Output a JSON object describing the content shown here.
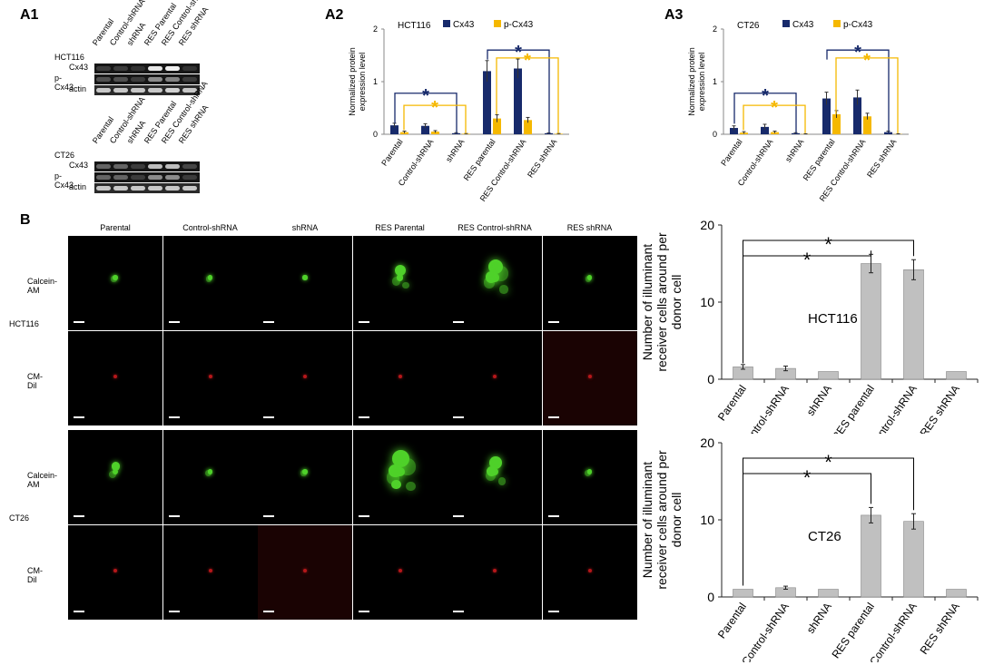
{
  "panels": {
    "A1": "A1",
    "A2": "A2",
    "A3": "A3",
    "B": "B"
  },
  "blots": [
    {
      "cell_line": "HCT116",
      "lanes": [
        "Parental",
        "Control-shRNA",
        "shRNA",
        "RES Parental",
        "RES Control-shRNA",
        "RES shRNA"
      ],
      "rows": [
        {
          "label": "Cx43",
          "intensity": [
            0.1,
            0.1,
            0.05,
            0.95,
            1.0,
            0.05
          ]
        },
        {
          "label": "p-Cx43",
          "intensity": [
            0.2,
            0.2,
            0.1,
            0.5,
            0.45,
            0.1
          ]
        },
        {
          "label": "actin",
          "intensity": [
            0.8,
            0.8,
            0.8,
            0.8,
            0.85,
            0.8
          ]
        }
      ]
    },
    {
      "cell_line": "CT26",
      "lanes": [
        "Parental",
        "Control-shRNA",
        "shRNA",
        "RES Parental",
        "RES Control-shRNA",
        "RES shRNA"
      ],
      "rows": [
        {
          "label": "Cx43",
          "intensity": [
            0.3,
            0.3,
            0.1,
            0.75,
            0.75,
            0.15
          ]
        },
        {
          "label": "p-Cx43",
          "intensity": [
            0.3,
            0.3,
            0.1,
            0.5,
            0.5,
            0.1
          ]
        },
        {
          "label": "actin",
          "intensity": [
            0.8,
            0.8,
            0.8,
            0.8,
            0.8,
            0.8
          ]
        }
      ]
    }
  ],
  "microscopy": {
    "columns": [
      "Parental",
      "Control-shRNA",
      "shRNA",
      "RES Parental",
      "RES Control-shRNA",
      "RES shRNA"
    ],
    "groups": [
      {
        "cell_line": "HCT116",
        "rows": [
          "Calcein-AM",
          "CM-Dil"
        ],
        "green_size": [
          0.2,
          0.2,
          0.15,
          0.5,
          0.75,
          0.2
        ]
      },
      {
        "cell_line": "CT26",
        "rows": [
          "Calcein-AM",
          "CM-Dil"
        ],
        "green_size": [
          0.35,
          0.25,
          0.2,
          0.9,
          0.6,
          0.25
        ]
      }
    ],
    "colors": {
      "green": "#4fd12a",
      "red": "#b5171a",
      "dim_red_bg": "#1a0303"
    }
  },
  "chart_data": [
    {
      "id": "A2",
      "type": "bar",
      "title": "HCT116",
      "ylabel": "Normalized protein expression level",
      "categories": [
        "Parental",
        "Control-shRNA",
        "shRNA",
        "RES parental",
        "RES Control-shRNA",
        "RES shRNA"
      ],
      "series": [
        {
          "name": "Cx43",
          "values": [
            0.17,
            0.16,
            0.02,
            1.2,
            1.25,
            0.02
          ],
          "errors": [
            0.04,
            0.04,
            0.01,
            0.2,
            0.18,
            0.005
          ],
          "color": "#172a6b"
        },
        {
          "name": "p-Cx43",
          "values": [
            0.04,
            0.05,
            0.01,
            0.3,
            0.27,
            0.01
          ],
          "errors": [
            0.02,
            0.02,
            0.005,
            0.07,
            0.05,
            0.005
          ],
          "color": "#f5b800"
        }
      ],
      "yticks": [
        "0",
        "1",
        "2"
      ],
      "ylim": [
        0,
        2
      ],
      "significance": [
        {
          "from": 0,
          "to": 2,
          "series": 0,
          "label": "*",
          "color": "#172a6b"
        },
        {
          "from": 0,
          "to": 2,
          "series": 1,
          "label": "*",
          "color": "#f5b800"
        },
        {
          "from": 3,
          "to": 5,
          "series": 0,
          "label": "*",
          "color": "#172a6b"
        },
        {
          "from": 3,
          "to": 5,
          "series": 1,
          "label": "*",
          "color": "#f5b800"
        }
      ]
    },
    {
      "id": "A3",
      "type": "bar",
      "title": "CT26",
      "ylabel": "Normalized protein expression level",
      "categories": [
        "Parental",
        "Control-shRNA",
        "shRNA",
        "RES parental",
        "RES Control-shRNA",
        "RES shRNA"
      ],
      "series": [
        {
          "name": "Cx43",
          "values": [
            0.12,
            0.14,
            0.02,
            0.68,
            0.7,
            0.04
          ],
          "errors": [
            0.04,
            0.05,
            0.01,
            0.12,
            0.14,
            0.02
          ],
          "color": "#172a6b"
        },
        {
          "name": "p-Cx43",
          "values": [
            0.03,
            0.04,
            0.005,
            0.38,
            0.34,
            0.005
          ],
          "errors": [
            0.02,
            0.02,
            0.005,
            0.07,
            0.06,
            0.005
          ],
          "color": "#f5b800"
        }
      ],
      "yticks": [
        "0",
        "1",
        "2"
      ],
      "ylim": [
        0,
        2
      ],
      "significance": [
        {
          "from": 0,
          "to": 2,
          "series": 0,
          "label": "*",
          "color": "#172a6b"
        },
        {
          "from": 0,
          "to": 2,
          "series": 1,
          "label": "*",
          "color": "#f5b800"
        },
        {
          "from": 3,
          "to": 5,
          "series": 0,
          "label": "*",
          "color": "#172a6b"
        },
        {
          "from": 3,
          "to": 5,
          "series": 1,
          "label": "*",
          "color": "#f5b800"
        }
      ]
    },
    {
      "id": "B-HCT116",
      "type": "bar",
      "title": "HCT116",
      "ylabel": "Number of illuminant receiver cells around per donor cell",
      "categories": [
        "Parental",
        "Control-shRNA",
        "shRNA",
        "RES parental",
        "RES Control-shRNA",
        "RES shRNA"
      ],
      "series": [
        {
          "name": "",
          "values": [
            1.6,
            1.4,
            1.0,
            15.0,
            14.2,
            1.0
          ],
          "errors": [
            0.3,
            0.3,
            0.0,
            1.2,
            1.3,
            0.0
          ],
          "color": "#c0c0c0"
        }
      ],
      "yticks": [
        "0",
        "10",
        "20"
      ],
      "ylim": [
        0,
        20
      ],
      "significance": [
        {
          "from": 0,
          "to": 3,
          "label": "*"
        },
        {
          "from": 0,
          "to": 4,
          "label": "*"
        }
      ]
    },
    {
      "id": "B-CT26",
      "type": "bar",
      "title": "CT26",
      "ylabel": "Number of illuminant receiver cells around per donor cell",
      "categories": [
        "Parental",
        "Control-shRNA",
        "shRNA",
        "RES parental",
        "RES Control-shRNA",
        "RES shRNA"
      ],
      "series": [
        {
          "name": "",
          "values": [
            1.0,
            1.2,
            1.0,
            10.6,
            9.8,
            1.0
          ],
          "errors": [
            0.0,
            0.2,
            0.0,
            1.0,
            1.0,
            0.0
          ],
          "color": "#c0c0c0"
        }
      ],
      "yticks": [
        "0",
        "10",
        "20"
      ],
      "ylim": [
        0,
        20
      ],
      "significance": [
        {
          "from": 0,
          "to": 3,
          "label": "*"
        },
        {
          "from": 0,
          "to": 4,
          "label": "*"
        }
      ]
    }
  ]
}
